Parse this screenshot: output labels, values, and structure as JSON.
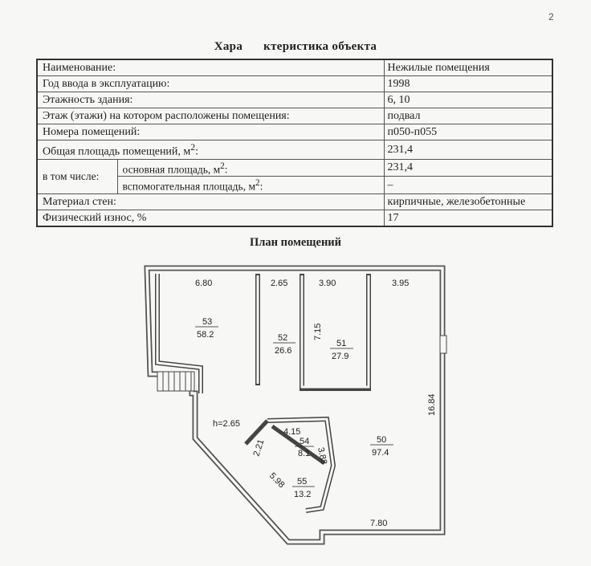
{
  "page_number": "2",
  "title": {
    "part1": "Хара",
    "part2": "ктеристика объекта"
  },
  "table": {
    "rows": [
      {
        "label": "Наименование:",
        "value": "Нежилые помещения"
      },
      {
        "label": "Год ввода в эксплуатацию:",
        "value": "1998"
      },
      {
        "label": "Этажность здания:",
        "value": "6, 10"
      },
      {
        "label": "Этаж (этажи) на котором расположены помещения:",
        "value": "подвал"
      },
      {
        "label": "Номера помещений:",
        "value": "п050-п055"
      },
      {
        "label": "Общая площадь помещений, м",
        "sup": "2",
        "suffix": ":",
        "value": "231,4"
      }
    ],
    "including_label": "в том числе:",
    "sub_rows": [
      {
        "label": "основная площадь, м",
        "sup": "2",
        "suffix": ":",
        "value": "231,4"
      },
      {
        "label": "вспомогательная площадь, м",
        "sup": "2",
        "suffix": ":",
        "value": "–"
      }
    ],
    "rows_after": [
      {
        "label": "Материал стен:",
        "value": "кирпичные, железобетонные"
      },
      {
        "label": "Физический износ, %",
        "value": "17"
      }
    ]
  },
  "plan": {
    "title": "План помещений",
    "rooms": [
      {
        "number": "53",
        "area": "58.2"
      },
      {
        "number": "52",
        "area": "26.6"
      },
      {
        "number": "51",
        "area": "27.9"
      },
      {
        "number": "50",
        "area": "97.4"
      },
      {
        "number": "54",
        "area": "8.1"
      },
      {
        "number": "55",
        "area": "13.2"
      }
    ],
    "dimensions": {
      "room53_width": "6.80",
      "room52_width": "2.65",
      "room51_width": "3.90",
      "room50_width": "3.95",
      "room51_depth": "7.15",
      "room50_depth": "16.84",
      "room50_bottom": "7.80",
      "ceiling_height": "h=2.65",
      "room54_width": "4.15",
      "room54_side": "3.88",
      "room55_side_a": "2.21",
      "room55_side_b": "5.98"
    }
  }
}
